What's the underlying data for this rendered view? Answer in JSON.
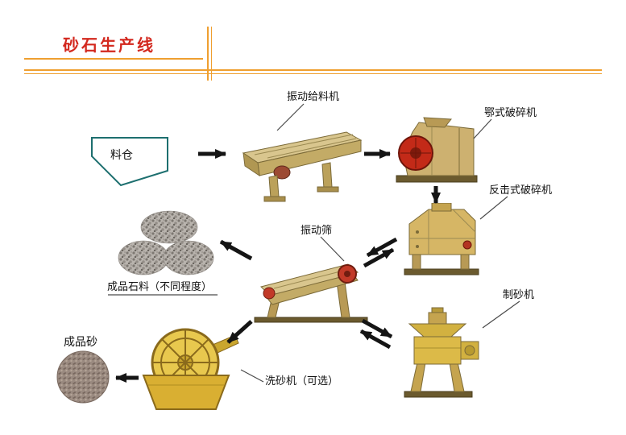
{
  "title": "砂石生产线",
  "colors": {
    "title_red": "#d3281e",
    "line_orange": "#ef9f30",
    "hopper_teal": "#1d6f6f",
    "arrow_black": "#151515",
    "machine_tan": "#cdb170",
    "flywheel_red": "#c32a18",
    "machine_yellow": "#dcba48"
  },
  "nodes": {
    "hopper": {
      "label": "料仓"
    },
    "feeder": {
      "label": "振动给料机"
    },
    "jaw_crusher": {
      "label": "鄂式破碎机"
    },
    "impact_crusher": {
      "label": "反击式破碎机"
    },
    "vibrating_screen": {
      "label": "振动筛"
    },
    "sand_maker": {
      "label": "制砂机"
    },
    "finished_stone": {
      "label": "成品石料（不同程度）"
    },
    "sand_washer": {
      "label": "洗砂机（可选）"
    },
    "finished_sand": {
      "label": "成品砂"
    }
  },
  "flow": [
    {
      "from": "料仓",
      "to": "振动给料机",
      "bidirectional": false
    },
    {
      "from": "振动给料机",
      "to": "鄂式破碎机",
      "bidirectional": false
    },
    {
      "from": "鄂式破碎机",
      "to": "反击式破碎机",
      "bidirectional": false
    },
    {
      "from": "反击式破碎机",
      "to": "振动筛",
      "bidirectional": true
    },
    {
      "from": "振动筛",
      "to": "成品石料（不同程度）",
      "bidirectional": false
    },
    {
      "from": "振动筛",
      "to": "制砂机",
      "bidirectional": true
    },
    {
      "from": "振动筛",
      "to": "洗砂机（可选）",
      "bidirectional": false
    },
    {
      "from": "洗砂机（可选）",
      "to": "成品砂",
      "bidirectional": false
    }
  ]
}
